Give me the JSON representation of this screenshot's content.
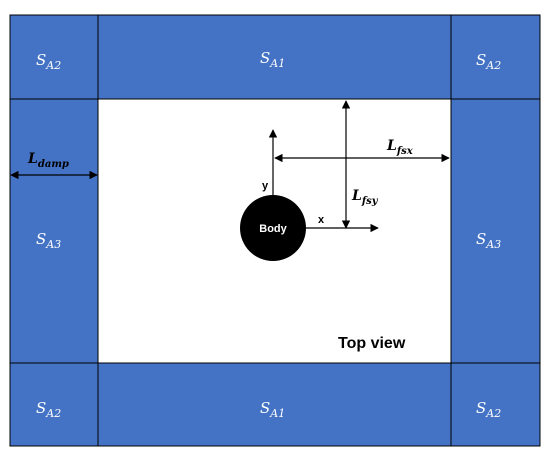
{
  "colors": {
    "damping_zone": "#4472C4",
    "border": "#000000",
    "fluid_domain": "#ffffff",
    "body_fill": "#000000",
    "body_text": "#ffffff",
    "zone_text": "#ffffff"
  },
  "zones": {
    "top_left": {
      "main": "S",
      "sub": "A2"
    },
    "top_center": {
      "main": "S",
      "sub": "A1"
    },
    "top_right": {
      "main": "S",
      "sub": "A2"
    },
    "middle_left": {
      "main": "S",
      "sub": "A3"
    },
    "middle_right": {
      "main": "S",
      "sub": "A3"
    },
    "bottom_left": {
      "main": "S",
      "sub": "A2"
    },
    "bottom_center": {
      "main": "S",
      "sub": "A1"
    },
    "bottom_right": {
      "main": "S",
      "sub": "A2"
    }
  },
  "dimensions": {
    "damping_length": {
      "main": "L",
      "sub": "damp"
    },
    "free_surface_x": {
      "main": "L",
      "sub": "fsx"
    },
    "free_surface_y": {
      "main": "L",
      "sub": "fsy"
    }
  },
  "axes": {
    "x_label": "x",
    "y_label": "y"
  },
  "body": {
    "label": "Body"
  },
  "view": {
    "label": "Top view"
  }
}
